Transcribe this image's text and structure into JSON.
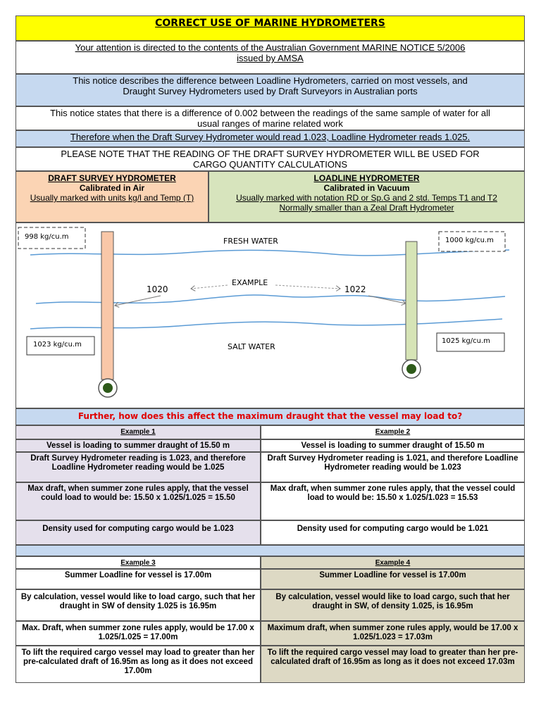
{
  "title": "CORRECT USE OF MARINE HYDROMETERS",
  "notice": {
    "line1": "Your attention is directed to the contents of the Australian Government MARINE NOTICE 5/2006",
    "line2": "issued by AMSA"
  },
  "describes": {
    "line1": "This notice describes the difference between Loadline Hydrometers, carried on most vessels, and",
    "line2": "Draught Survey Hydrometers used by Draft Surveyors in Australian ports"
  },
  "states": {
    "line1": "This notice states that there is a difference of 0.002 between the readings of the same sample of water for all",
    "line2": "usual ranges of marine related work"
  },
  "therefore": "Therefore when the  Draft Survey Hydrometer would read 1.023, Loadline Hydrometer reads 1.025.",
  "please_note": {
    "line1": "PLEASE NOTE THAT THE READING OF THE DRAFT SURVEY HYDROMETER WILL BE USED FOR",
    "line2": "CARGO QUANTITY CALCULATIONS"
  },
  "draft_survey": {
    "title": "DRAFT SURVEY HYDROMETER",
    "subtitle": "Calibrated in Air",
    "line1": "Usually marked with units kg/l and Temp (T)"
  },
  "loadline": {
    "title": "LOADLINE HYDROMETER",
    "subtitle": "Calibrated in Vacuum",
    "line1": "Usually marked with notation RD or Sp.G and 2 std. Temps T1 and T2",
    "line2": "Normally smaller than a Zeal Draft Hydrometer"
  },
  "diagram": {
    "fresh_water": "FRESH WATER",
    "salt_water": "SALT WATER",
    "example": "EXAMPLE",
    "left_reading": "1020",
    "right_reading": "1022",
    "box_998": "998 kg/cu.m",
    "box_1000": "1000 kg/cu.m",
    "box_1023": "1023 kg/cu.m",
    "box_1025": "1025 kg/cu.m",
    "colors": {
      "left_stem": "#f9c7a8",
      "right_stem": "#d6e4b6",
      "water": "#5b9bd5",
      "bulb": "#2e5a1a"
    }
  },
  "further": "Further, how does this affect the maximum draught that the vessel may load to?",
  "ex1": {
    "head": "Example 1",
    "c1": "Vessel is loading to summer draught of 15.50 m",
    "c2": "Draft Survey Hydrometer reading is 1.023, and therefore  Loadline Hydrometer reading would be 1.025",
    "c3": "Max draft, when summer zone rules apply, that the vessel could load to would be: 15.50 x 1.025/1.025 = 15.50",
    "c4": "Density used for computing cargo would be 1.023"
  },
  "ex2": {
    "head": "Example 2",
    "c1": "Vessel is loading to summer draught of 15.50 m",
    "c2": "Draft Survey Hydrometer reading is 1.021, and therefore Loadline Hydrometer reading would be 1.023",
    "c3": "Max draft, when summer zone rules apply, that the vessel could load to would be: 15.50 x 1.025/1.023 = 15.53",
    "c4": "Density used for computing cargo would be 1.021"
  },
  "ex3": {
    "head": "Example 3",
    "c1": "Summer Loadline for vessel is 17.00m",
    "c2": "By calculation, vessel would like to load cargo, such that her draught in SW of density 1.025 is 16.95m",
    "c3": "Max. Draft, when summer zone rules apply, would be 17.00 x 1.025/1.025 = 17.00m",
    "c4": "To lift the required cargo vessel may load to greater than her pre-calculated draft of 16.95m as long as it does not exceed 17.00m"
  },
  "ex4": {
    "head": "Example 4",
    "c1": "Summer Loadline for vessel is 17.00m",
    "c2": "By calculation, vessel would like to load cargo, such that her draught in SW, of density 1.025, is 16.95m",
    "c3": "Maximum draft, when summer zone rules apply, would be 17.00 x 1.025/1.023 = 17.03m",
    "c4": "To lift the required cargo vessel may load to greater than her pre-calculated draft of 16.95m as long as it does not exceed 17.03m"
  }
}
